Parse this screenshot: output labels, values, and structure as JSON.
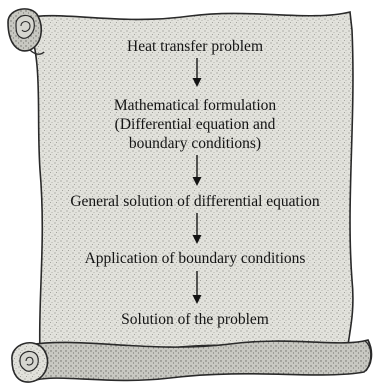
{
  "flowchart": {
    "steps": [
      {
        "lines": [
          "Heat transfer problem"
        ]
      },
      {
        "lines": [
          "Mathematical formulation",
          "(Differential equation and",
          "boundary conditions)"
        ]
      },
      {
        "lines": [
          "General solution of differential equation"
        ]
      },
      {
        "lines": [
          "Application of boundary conditions"
        ]
      },
      {
        "lines": [
          "Solution of the problem"
        ]
      }
    ],
    "arrow_count": 4
  },
  "colors": {
    "paper": "#dcdcd6",
    "paper_speckle": "#8c8c86",
    "outline": "#2a2a2a",
    "text": "#141414"
  }
}
